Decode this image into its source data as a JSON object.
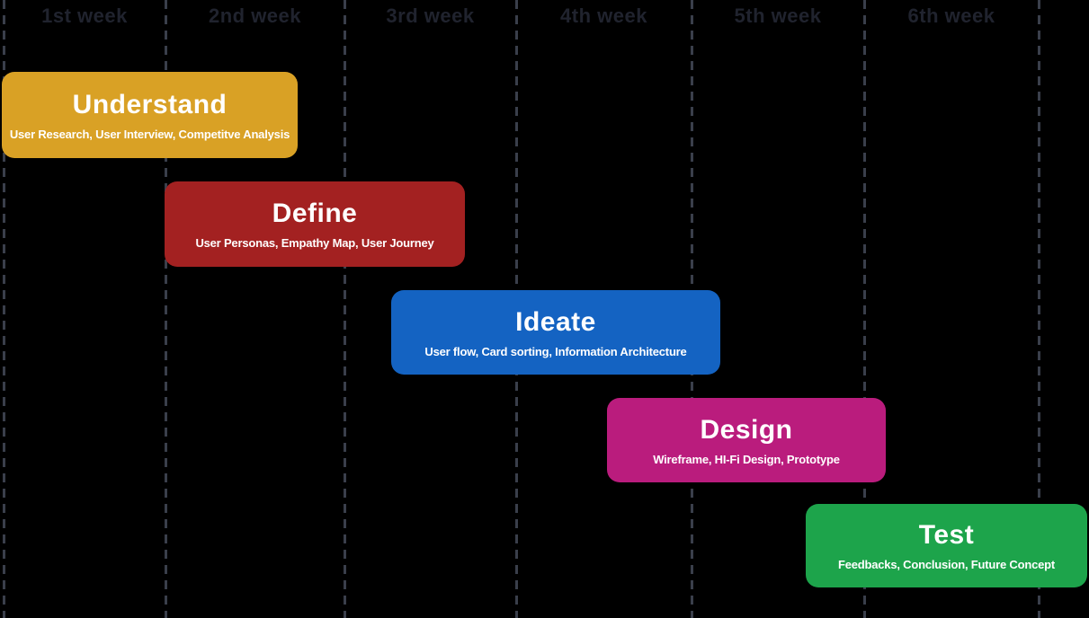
{
  "header": {
    "week_labels": [
      "1st week",
      "2nd week",
      "3rd week",
      "4th week",
      "5th week",
      "6th week"
    ]
  },
  "phases": [
    {
      "title": "Understand",
      "subtitle": "User Research, User Interview, Competitve Analysis",
      "color": "#D9A125"
    },
    {
      "title": "Define",
      "subtitle": "User Personas, Empathy Map, User Journey",
      "color": "#A32121"
    },
    {
      "title": "Ideate",
      "subtitle": "User flow, Card sorting, Information Architecture",
      "color": "#1463C2"
    },
    {
      "title": "Design",
      "subtitle": "Wireframe, HI-Fi Design, Prototype",
      "color": "#BA1C7D"
    },
    {
      "title": "Test",
      "subtitle": "Feedbacks, Conclusion, Future Concept",
      "color": "#1DA44B"
    }
  ],
  "colors": {
    "background": "#000000",
    "grid_line": "#3A3F4B",
    "week_label_text": "#20232E",
    "phase_text": "#FFFFFF"
  },
  "chart_data": {
    "type": "bar",
    "subtype": "gantt-timeline",
    "title": "",
    "x_unit": "weeks",
    "x_tick_labels": [
      "1st week",
      "2nd week",
      "3rd week",
      "4th week",
      "5th week",
      "6th week"
    ],
    "x_range_weeks": [
      0,
      6
    ],
    "grid": "vertical-dashed",
    "legend_position": "none",
    "series": [
      {
        "name": "Understand",
        "row": 1,
        "start_week": 0.0,
        "end_week": 1.75,
        "color": "#D9A125",
        "tasks": [
          "User Research",
          "User Interview",
          "Competitve Analysis"
        ]
      },
      {
        "name": "Define",
        "row": 2,
        "start_week": 1.0,
        "end_week": 2.7,
        "color": "#A32121",
        "tasks": [
          "User Personas",
          "Empathy Map",
          "User Journey"
        ]
      },
      {
        "name": "Ideate",
        "row": 3,
        "start_week": 2.3,
        "end_week": 4.2,
        "color": "#1463C2",
        "tasks": [
          "User flow",
          "Card sorting",
          "Information Architecture"
        ]
      },
      {
        "name": "Design",
        "row": 4,
        "start_week": 3.5,
        "end_week": 5.1,
        "color": "#BA1C7D",
        "tasks": [
          "Wireframe",
          "HI-Fi Design",
          "Prototype"
        ]
      },
      {
        "name": "Test",
        "row": 5,
        "start_week": 4.65,
        "end_week": 6.3,
        "color": "#1DA44B",
        "tasks": [
          "Feedbacks",
          "Conclusion",
          "Future Concept"
        ]
      }
    ]
  }
}
